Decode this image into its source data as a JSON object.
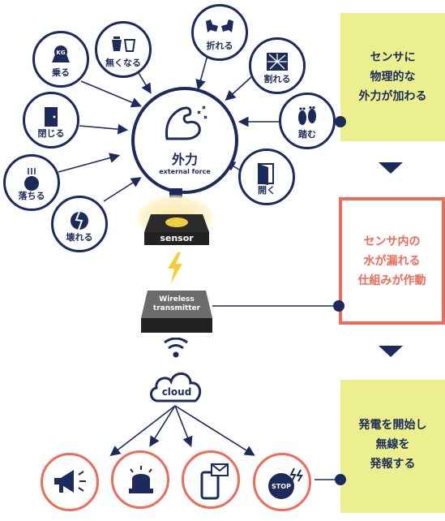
{
  "forces": [
    {
      "id": "ride",
      "label": "乗る",
      "icon": "scale-kg-icon",
      "kg": "KG"
    },
    {
      "id": "lose",
      "label": "無くなる",
      "icon": "cups-icon"
    },
    {
      "id": "break",
      "label": "折れる",
      "icon": "broken-bone-icon"
    },
    {
      "id": "shatter",
      "label": "割れる",
      "icon": "cracked-glass-icon"
    },
    {
      "id": "close",
      "label": "閉じる",
      "icon": "closed-door-icon"
    },
    {
      "id": "step",
      "label": "踏む",
      "icon": "footprints-icon"
    },
    {
      "id": "fall",
      "label": "落ちる",
      "icon": "falling-apple-icon"
    },
    {
      "id": "open",
      "label": "開く",
      "icon": "open-door-icon"
    },
    {
      "id": "destroy",
      "label": "壊れる",
      "icon": "broken-circle-icon"
    }
  ],
  "center": {
    "title": "外力",
    "subtitle": "external force",
    "icon": "flexed-arm-icon"
  },
  "sensor": {
    "label": "sensor"
  },
  "transmitter": {
    "line1": "Wireless",
    "line2": "transmitter"
  },
  "cloud": {
    "label": "cloud"
  },
  "outputs": [
    {
      "id": "megaphone",
      "icon": "megaphone-icon"
    },
    {
      "id": "alarm",
      "icon": "warning-light-icon"
    },
    {
      "id": "phone",
      "icon": "phone-mail-icon"
    },
    {
      "id": "stop",
      "icon": "stop-sign-icon",
      "label": "STOP"
    }
  ],
  "steps": [
    {
      "lines": [
        "センサに",
        "物理的な",
        "外力が加わる"
      ]
    },
    {
      "lines": [
        "センサ内の",
        "水が漏れる",
        "仕組みが作動"
      ]
    },
    {
      "lines": [
        "発電を開始し",
        "無線を",
        "発報する"
      ]
    }
  ],
  "colors": {
    "navy": "#1d2b5c",
    "yellow": "#ecef8e",
    "red": "#ef6b59",
    "lightning": "#f2d03b"
  }
}
